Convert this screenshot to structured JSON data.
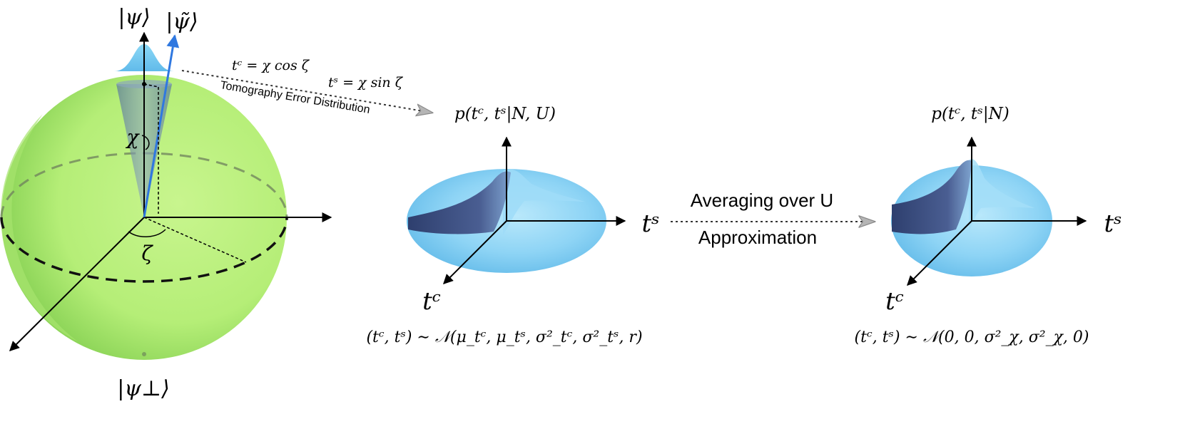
{
  "bloch": {
    "psi": "|ψ⟩",
    "psi_tilde": "|ψ̃⟩",
    "psi_perp": "|ψ⊥⟩",
    "chi": "χ",
    "zeta": "ζ"
  },
  "mapping": {
    "tc_eq": "tᶜ = χ cos ζ",
    "ts_eq": "tˢ = χ sin ζ",
    "caption": "Tomography Error Distribution"
  },
  "left_dist": {
    "title": "p(tᶜ, tˢ|N, U)",
    "axis_ts": "tˢ",
    "axis_tc": "tᶜ",
    "formula": "(tᶜ, tˢ) ∼ 𝒩(μ_tᶜ, μ_tˢ, σ²_tᶜ, σ²_tˢ, r)"
  },
  "arrow2": {
    "top": "Averaging over U",
    "bottom": "Approximation"
  },
  "right_dist": {
    "title": "p(tᶜ, tˢ|N)",
    "axis_ts": "tˢ",
    "axis_tc": "tᶜ",
    "formula": "(tᶜ, tˢ) ∼ 𝒩(0, 0, σ²_χ, σ²_χ, 0)"
  },
  "colors": {
    "sphere": "#b8f07a",
    "sphere_shade": "#8fd85a",
    "cone": "#6f8fa6",
    "psi_tilde_arrow": "#2f78e0",
    "gaussian": "#7fd0f2",
    "surface_light": "#86cff3",
    "surface_dark": "#3c4d7c"
  }
}
